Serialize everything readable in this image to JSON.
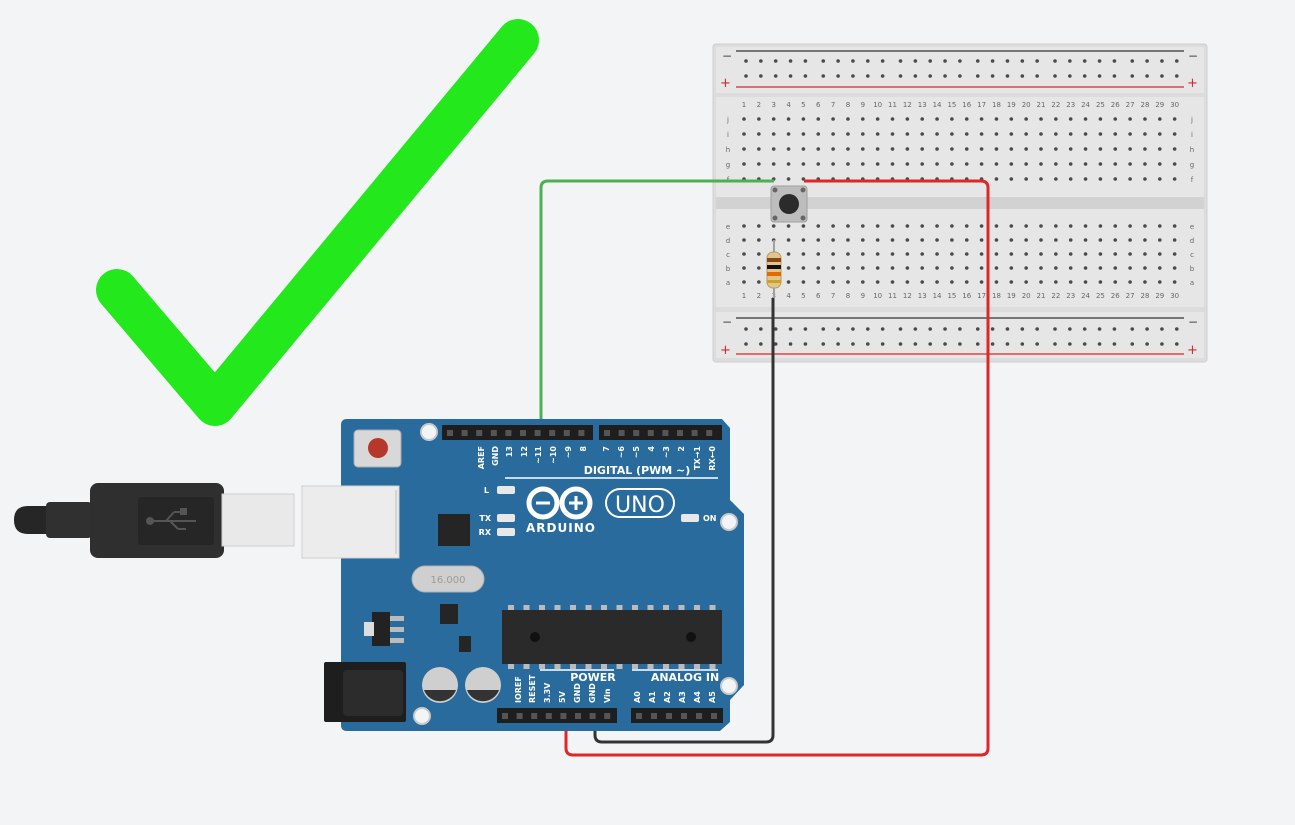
{
  "breadboard": {
    "rail_minus": "−",
    "rail_plus": "+",
    "rows_top": [
      "j",
      "i",
      "h",
      "g",
      "f"
    ],
    "rows_bottom": [
      "e",
      "d",
      "c",
      "b",
      "a"
    ],
    "columns": 30
  },
  "arduino": {
    "brand": "ARDUINO",
    "model": "UNO",
    "digital_header": "DIGITAL (PWM ~)",
    "digital_pins": [
      "AREF",
      "GND",
      "13",
      "12",
      "~11",
      "~10",
      "~9",
      "8",
      "7",
      "~6",
      "~5",
      "4",
      "~3",
      "2",
      "TX→1",
      "RX←0"
    ],
    "power_header": "POWER",
    "power_pins": [
      "IOREF",
      "RESET",
      "3.3V",
      "5V",
      "GND",
      "GND",
      "Vin"
    ],
    "analog_header": "ANALOG IN",
    "analog_pins": [
      "A0",
      "A1",
      "A2",
      "A3",
      "A4",
      "A5"
    ],
    "led_l": "L",
    "led_tx": "TX",
    "led_rx": "RX",
    "led_on": "ON",
    "crystal": "16.000"
  },
  "colors": {
    "checkmark": "#22e81c",
    "board": "#2a6b9e",
    "wire_signal": "#4caf50",
    "wire_power": "#e02626",
    "wire_ground": "#333333"
  }
}
